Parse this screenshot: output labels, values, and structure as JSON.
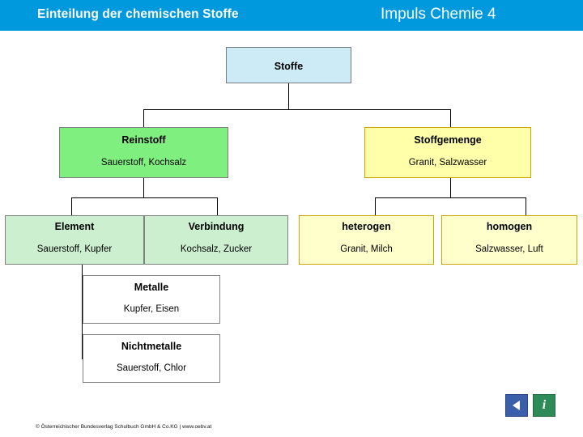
{
  "header": {
    "title": "Einteilung der chemischen Stoffe",
    "brand": "Impuls Chemie 4",
    "bg_color": "#0099dd",
    "text_color": "#ffffff"
  },
  "diagram": {
    "type": "hierarchy-tree",
    "nodes": [
      {
        "id": "stoffe",
        "title": "Stoffe",
        "examples": "",
        "color": "#cdeaf7",
        "level": 0
      },
      {
        "id": "reinstoff",
        "title": "Reinstoff",
        "examples": "Sauerstoff, Kochsalz",
        "color": "#7ff07f",
        "level": 1
      },
      {
        "id": "stoffgemenge",
        "title": "Stoffgemenge",
        "examples": "Granit, Salzwasser",
        "color": "#ffffaa",
        "level": 1
      },
      {
        "id": "element",
        "title": "Element",
        "examples": "Sauerstoff, Kupfer",
        "color": "#ccf0cf",
        "level": 2
      },
      {
        "id": "verbindung",
        "title": "Verbindung",
        "examples": "Kochsalz, Zucker",
        "color": "#ccf0cf",
        "level": 2
      },
      {
        "id": "heterogen",
        "title": "heterogen",
        "examples": "Granit, Milch",
        "color": "#ffffcc",
        "level": 2
      },
      {
        "id": "homogen",
        "title": "homogen",
        "examples": "Salzwasser, Luft",
        "color": "#ffffcc",
        "level": 2
      },
      {
        "id": "metalle",
        "title": "Metalle",
        "examples": "Kupfer, Eisen",
        "color": "#ffffff",
        "level": 3
      },
      {
        "id": "nichtmetalle",
        "title": "Nichtmetalle",
        "examples": "Sauerstoff, Chlor",
        "color": "#ffffff",
        "level": 3
      }
    ],
    "edges": [
      {
        "from": "stoffe",
        "to": "reinstoff"
      },
      {
        "from": "stoffe",
        "to": "stoffgemenge"
      },
      {
        "from": "reinstoff",
        "to": "element"
      },
      {
        "from": "reinstoff",
        "to": "verbindung"
      },
      {
        "from": "stoffgemenge",
        "to": "heterogen"
      },
      {
        "from": "stoffgemenge",
        "to": "homogen"
      },
      {
        "from": "element",
        "to": "metalle"
      },
      {
        "from": "element",
        "to": "nichtmetalle"
      }
    ]
  },
  "footer": {
    "copyright": "© Österreichischer Bundesverlag Schulbuch GmbH & Co.KG | www.oebv.at",
    "back_label": "◀",
    "info_label": "i"
  }
}
